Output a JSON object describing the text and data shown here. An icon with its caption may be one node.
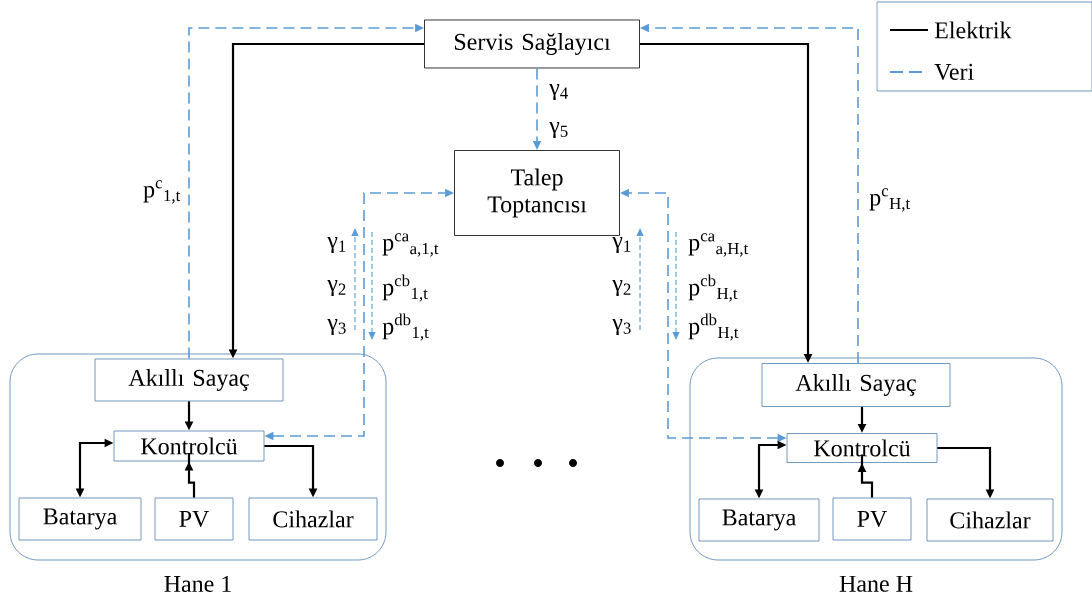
{
  "diagram": {
    "nodes": [
      {
        "text": [
          "Servis Sağlayıcı"
        ]
      },
      {
        "text": [
          "Talep Toptancısı"
        ]
      },
      {
        "text": [
          "Hane 1"
        ]
      },
      {
        "text": [
          "Akıllı Sayaç"
        ],
        "in": 2
      },
      {
        "text": [
          "Kontrolcü"
        ],
        "in": 2
      },
      {
        "text": [
          "Batarya"
        ],
        "in": 2
      },
      {
        "text": [
          "PV"
        ],
        "in": 2
      },
      {
        "text": [
          "Cihazlar"
        ],
        "in": 2
      },
      {
        "text": [
          "Hane H"
        ]
      },
      {
        "text": [
          "Akıllı Sayaç"
        ],
        "in": 8
      },
      {
        "text": [
          "Kontrolcü"
        ],
        "in": 8
      },
      {
        "text": [
          "Batarya"
        ],
        "in": 8
      },
      {
        "text": [
          "PV"
        ],
        "in": 8
      },
      {
        "text": [
          "Cihazlar"
        ],
        "in": 8
      }
    ],
    "edges": [
      {
        "from": 3,
        "to": 0,
        "arrow": "to",
        "style": "dashed",
        "color": "#5b9bd5"
      },
      {
        "from": 0,
        "to": 3,
        "arrow": "to"
      },
      {
        "from": 9,
        "to": 0,
        "arrow": "to",
        "style": "dashed",
        "color": "#5b9bd5"
      },
      {
        "from": 0,
        "to": 9,
        "arrow": "to"
      },
      {
        "from": 0,
        "to": 1,
        "arrow": "to",
        "style": "dashed",
        "color": "#5b9bd5"
      },
      {
        "from": 4,
        "to": 1,
        "arrow": "both",
        "style": "dashed",
        "color": "#5b9bd5"
      },
      {
        "from": 10,
        "to": 1,
        "arrow": "both",
        "style": "dashed",
        "color": "#5b9bd5"
      },
      {
        "from": 3,
        "to": 4,
        "arrow": "to"
      },
      {
        "from": 5,
        "to": 4,
        "arrow": "both"
      },
      {
        "from": 6,
        "to": 4,
        "arrow": "to"
      },
      {
        "from": 4,
        "to": 7,
        "arrow": "to"
      },
      {
        "from": 9,
        "to": 10,
        "arrow": "to"
      },
      {
        "from": 11,
        "to": 10,
        "arrow": "both"
      },
      {
        "from": 12,
        "to": 10,
        "arrow": "to"
      },
      {
        "from": 10,
        "to": 13,
        "arrow": "to"
      }
    ],
    "labels": [
      "γ$_{4}$",
      "γ$_{5}$",
      "p$^{c}$$_{1,t}$",
      "p$^{c}$$_{H,t}$",
      "γ$_{1}$",
      "p$^{ca}$$_{a,1,t}$",
      "γ$_{1}$",
      "p$^{ca}$$_{a,H,t}$",
      "γ$_{2}$",
      "p$^{cb}$$_{1,t}$",
      "γ$_{2}$",
      "p$^{cb}$$_{H,t}$",
      "γ$_{3}$",
      "p$^{db}$$_{1,t}$",
      "γ$_{3}$",
      "p$^{db}$$_{H,t}$"
    ],
    "legend": [
      {
        "text": "Elektrik"
      },
      {
        "text": "Veri"
      }
    ]
  }
}
